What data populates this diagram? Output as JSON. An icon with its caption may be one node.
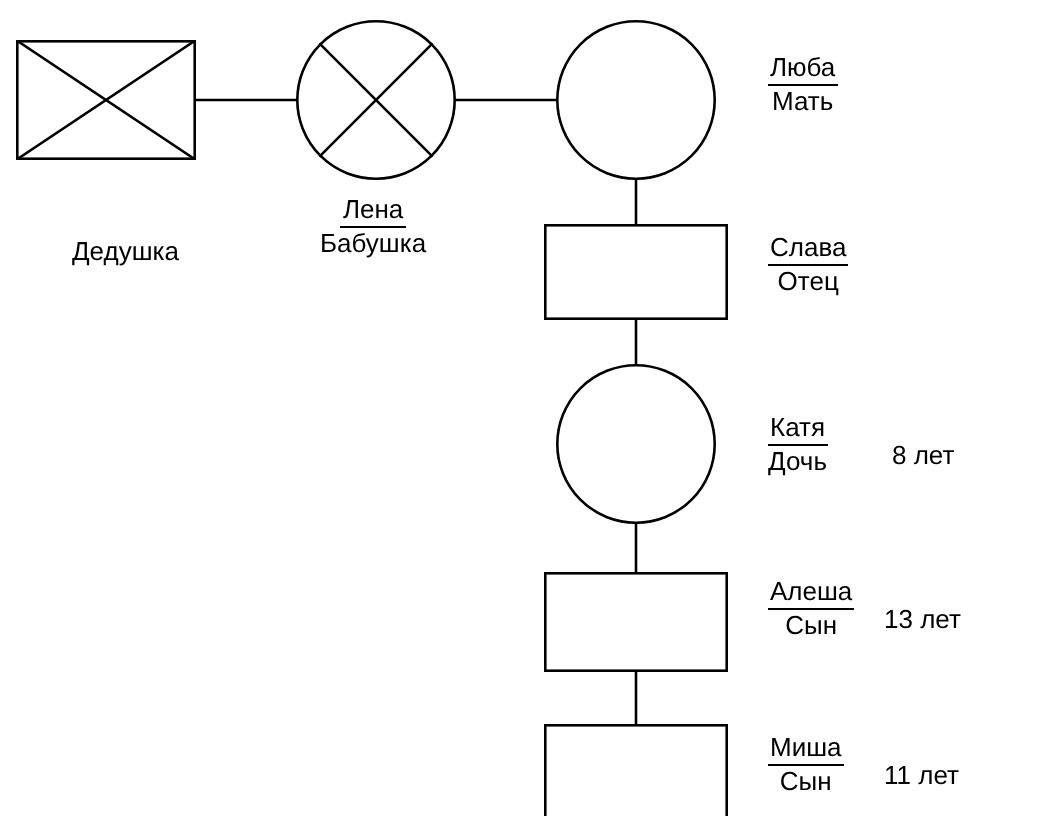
{
  "diagram": {
    "nodes": [
      {
        "text": [
          "Дедушка"
        ]
      },
      {
        "text": [
          "Лена",
          "Бабушка"
        ]
      },
      {
        "text": [
          "Люба",
          "Мать"
        ]
      },
      {
        "text": [
          "Слава",
          "Отец"
        ]
      },
      {
        "text": [
          "Катя",
          "Дочь"
        ]
      },
      {
        "text": [
          "Алеша",
          "Сын"
        ]
      },
      {
        "text": [
          "Миша",
          "Сын"
        ]
      }
    ],
    "edges": [
      {
        "from": 0,
        "to": 1,
        "arrow": "none"
      },
      {
        "from": 1,
        "to": 2,
        "arrow": "none"
      },
      {
        "from": 2,
        "to": 3,
        "arrow": "none"
      },
      {
        "from": 3,
        "to": 4,
        "arrow": "none"
      },
      {
        "from": 4,
        "to": 5,
        "arrow": "none"
      },
      {
        "from": 5,
        "to": 6,
        "arrow": "none"
      }
    ],
    "labels": [
      "8 лет",
      "13 лет",
      "11 лет"
    ]
  }
}
